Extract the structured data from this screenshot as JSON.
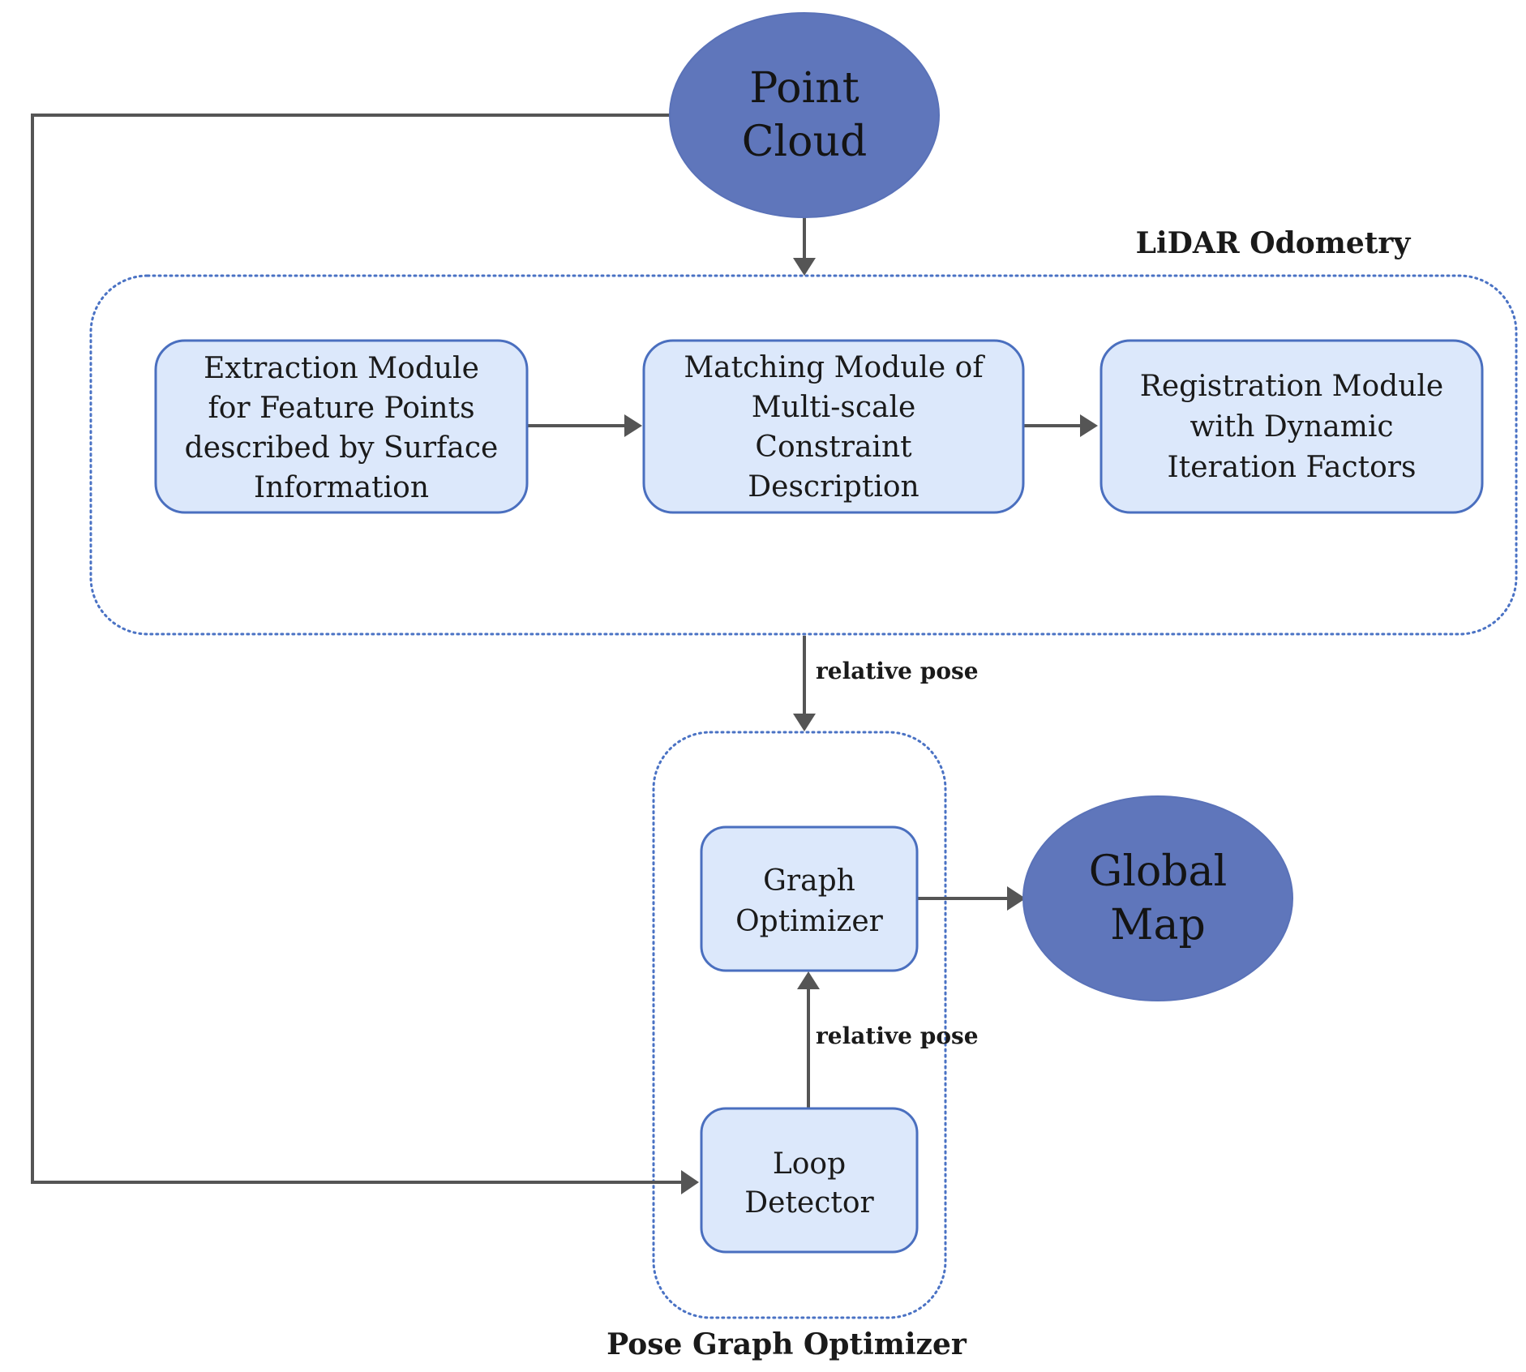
{
  "nodes": {
    "point_cloud": {
      "line1": "Point",
      "line2": "Cloud"
    },
    "extraction": {
      "line1": "Extraction Module",
      "line2": "for Feature Points",
      "line3": "described by Surface",
      "line4": "Information"
    },
    "matching": {
      "line1": "Matching Module of",
      "line2": "Multi-scale",
      "line3": "Constraint",
      "line4": "Description"
    },
    "registration": {
      "line1": "Registration Module",
      "line2": "with Dynamic",
      "line3": "Iteration Factors"
    },
    "graph_optimizer": {
      "line1": "Graph",
      "line2": "Optimizer"
    },
    "loop_detector": {
      "line1": "Loop",
      "line2": "Detector"
    },
    "global_map": {
      "line1": "Global",
      "line2": "Map"
    }
  },
  "groups": {
    "lidar_odometry": "LiDAR Odometry",
    "pose_graph_optimizer": "Pose Graph Optimizer"
  },
  "edge_labels": {
    "odometry_to_pgo": "relative pose",
    "loop_to_graph": "relative pose"
  }
}
